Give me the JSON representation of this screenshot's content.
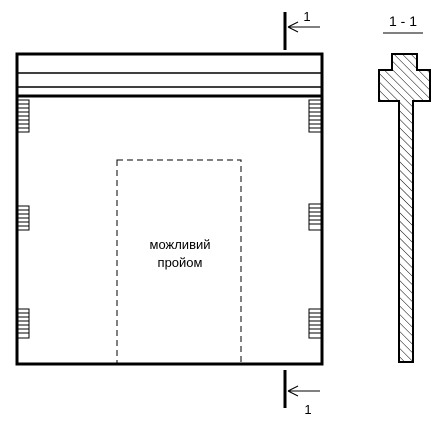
{
  "section_marker_top": "1",
  "section_marker_bottom": "1",
  "section_title": "1 - 1",
  "opening_label_line1": "можливий",
  "opening_label_line2": "пройом"
}
